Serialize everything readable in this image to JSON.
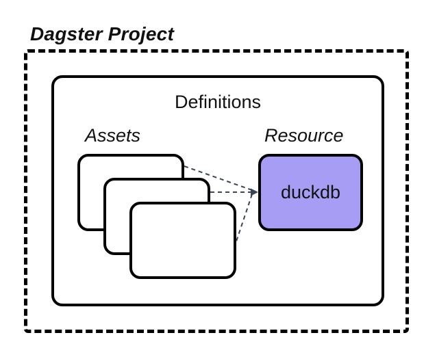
{
  "diagram": {
    "title": "Dagster Project",
    "definitions": {
      "label": "Definitions"
    },
    "assets": {
      "label": "Assets",
      "card_count": 3
    },
    "resource": {
      "label": "Resource",
      "name": "duckdb"
    },
    "colors": {
      "background": "#ffffff",
      "border": "#000000",
      "resource_fill": "#a79df5",
      "connector": "#3a4454"
    }
  }
}
